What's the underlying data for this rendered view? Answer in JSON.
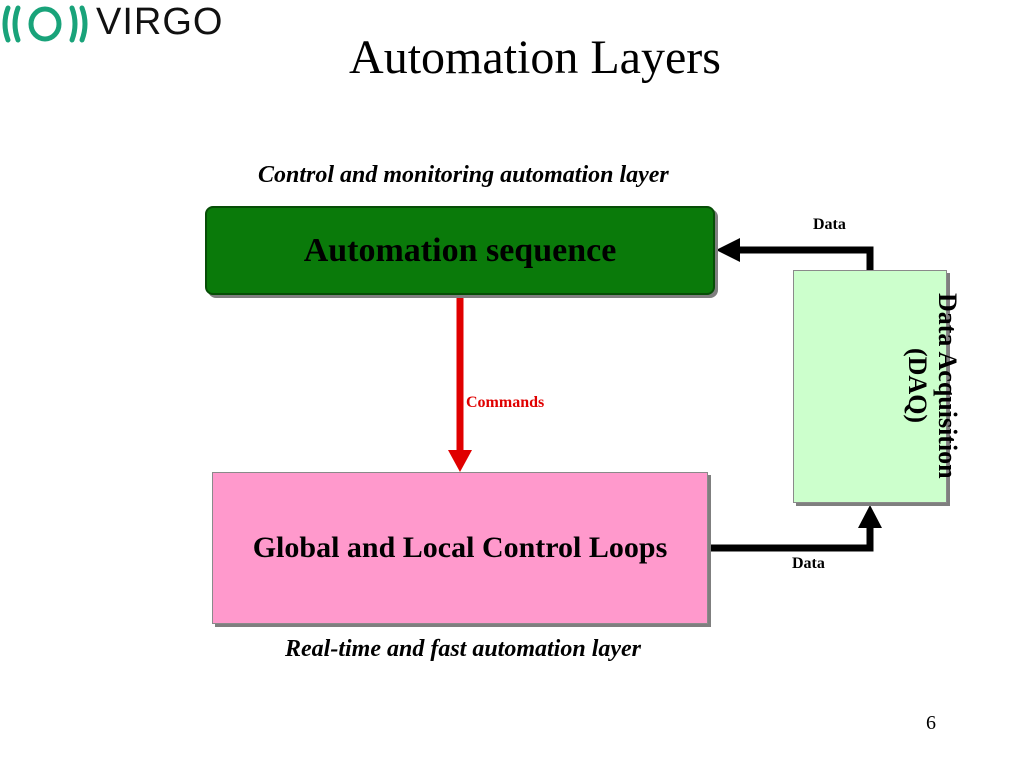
{
  "logo": {
    "text": "VIRGO"
  },
  "title": "Automation Layers",
  "captions": {
    "top": "Control and monitoring automation layer",
    "bottom": "Real-time and fast automation layer"
  },
  "boxes": {
    "automation_sequence": "Automation sequence",
    "control_loops": "Global and Local Control Loops",
    "daq": "Data Acquisition (DAQ)"
  },
  "arrows": {
    "commands": "Commands",
    "data_top": "Data",
    "data_bottom": "Data"
  },
  "page_number": "6",
  "colors": {
    "automation_box": "#0a7a0a",
    "loops_box": "#ff99cc",
    "daq_box": "#ccffcc",
    "commands_arrow": "#e00000",
    "data_arrow": "#000000",
    "logo_green": "#19a37a"
  }
}
